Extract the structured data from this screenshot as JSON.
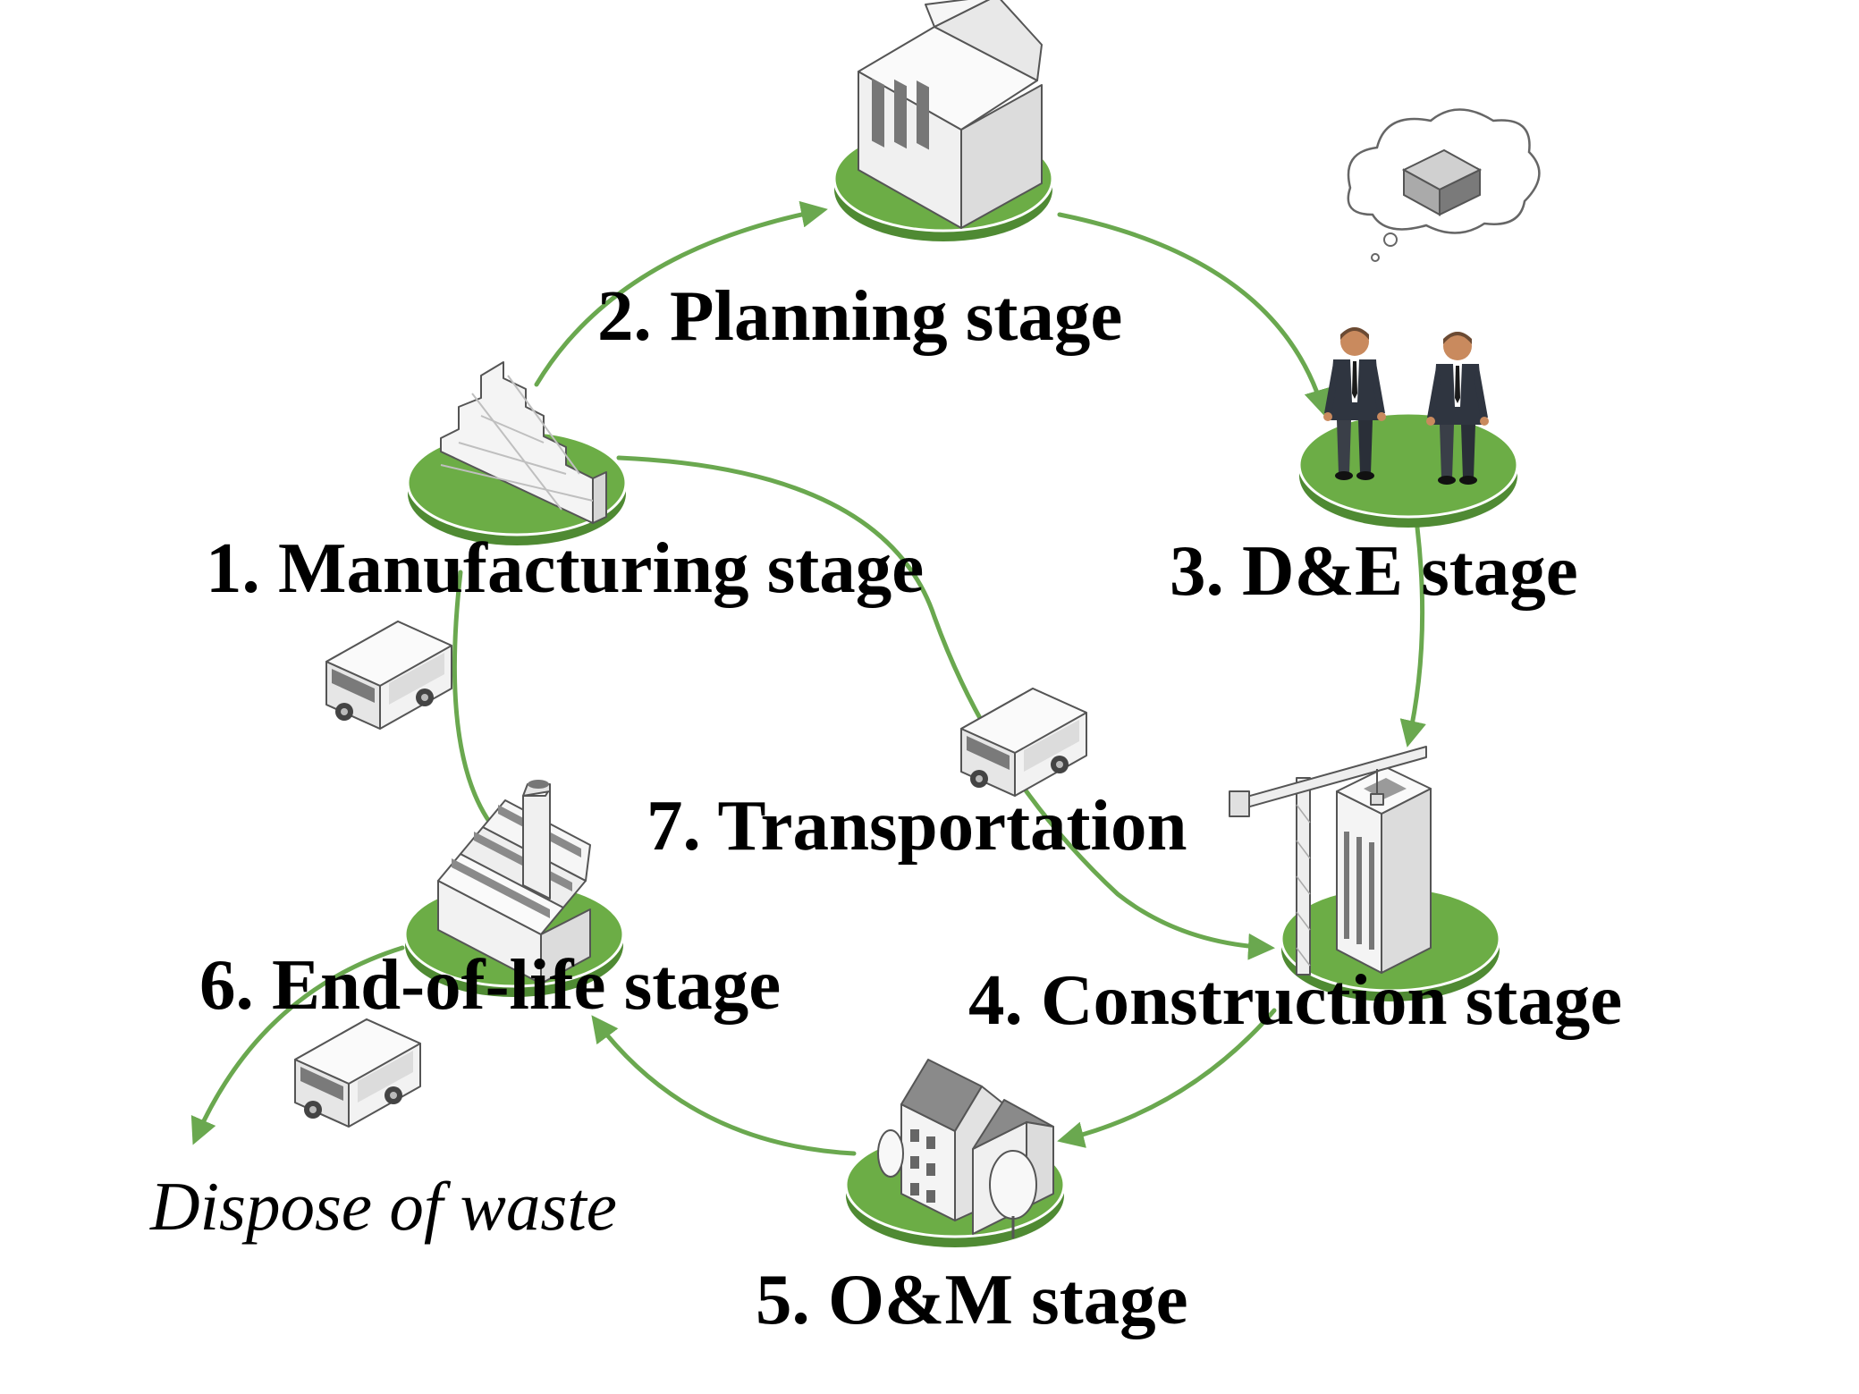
{
  "stages": [
    {
      "label": "1. Manufacturing stage"
    },
    {
      "label": "2. Planning stage"
    },
    {
      "label": "3. D&E stage"
    },
    {
      "label": "4. Construction stage"
    },
    {
      "label": "5. O&M stage"
    },
    {
      "label": "6. End-of-life stage"
    },
    {
      "label": "7. Transportation"
    }
  ],
  "waste_note": "Dispose of waste",
  "colors": {
    "arrow": "#6aa84f",
    "platform_top": "#6cad46",
    "platform_side": "#4f8a33",
    "building_light": "#f4f4f4",
    "building_mid": "#dcdcdc",
    "building_dark": "#8a8a8a",
    "suit": "#2f3540",
    "skin": "#c98a5e"
  },
  "icons": {
    "manufacturing": "material-blocks-icon",
    "planning": "house-icon",
    "design": "engineers-icon",
    "construction": "crane-tower-icon",
    "operation": "residence-icon",
    "end_of_life": "factory-icon",
    "transport": "van-icon"
  }
}
